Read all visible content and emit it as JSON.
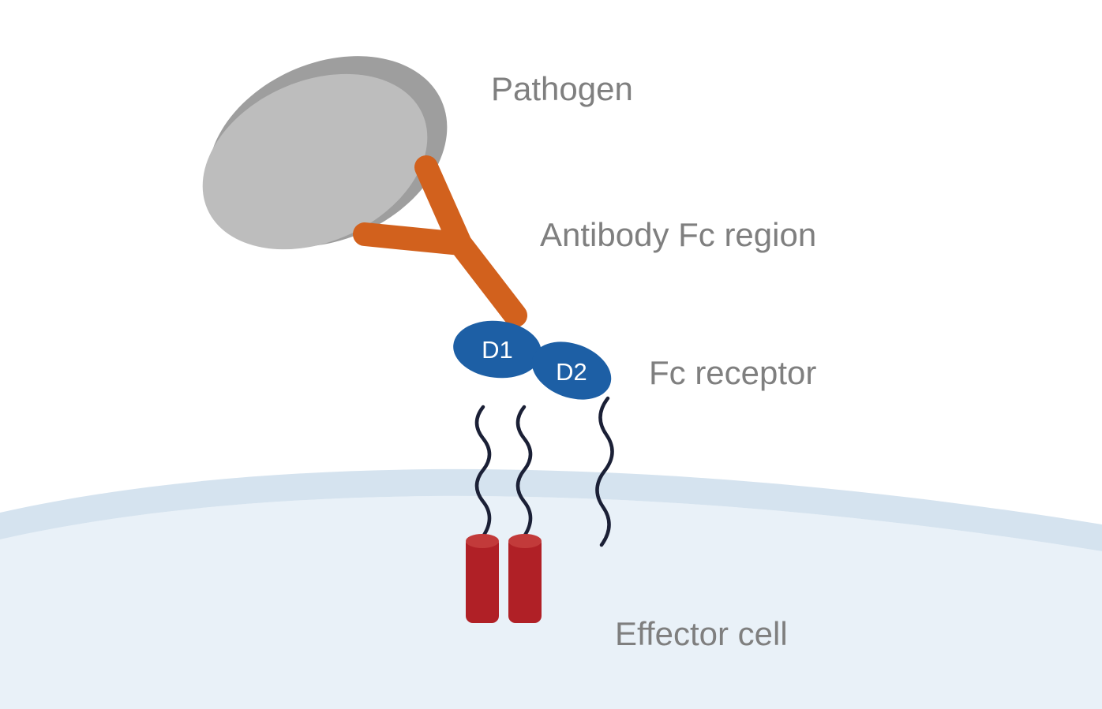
{
  "figure": {
    "description": "Schematic of an antibody bridging a pathogen to an Fc receptor on an effector cell"
  },
  "labels": {
    "pathogen": "Pathogen",
    "antibody_fc_region": "Antibody Fc region",
    "fc_receptor": "Fc receptor",
    "effector_cell": "Effector cell"
  },
  "domains": {
    "d1": "D1",
    "d2": "D2"
  },
  "colors": {
    "background": "#ffffff",
    "pathogen_dark": "#9e9e9e",
    "pathogen_light": "#bdbdbd",
    "antibody_orange": "#d2611d",
    "receptor_blue": "#1d5fa5",
    "domain_text_white": "#ffffff",
    "anchor_red": "#b02026",
    "anchor_red_top": "#c23a3a",
    "squiggle_navy": "#1b2036",
    "membrane_band": "#d5e3ef",
    "cell_fill": "#e9f1f8",
    "label_gray": "#7f7f7f"
  }
}
